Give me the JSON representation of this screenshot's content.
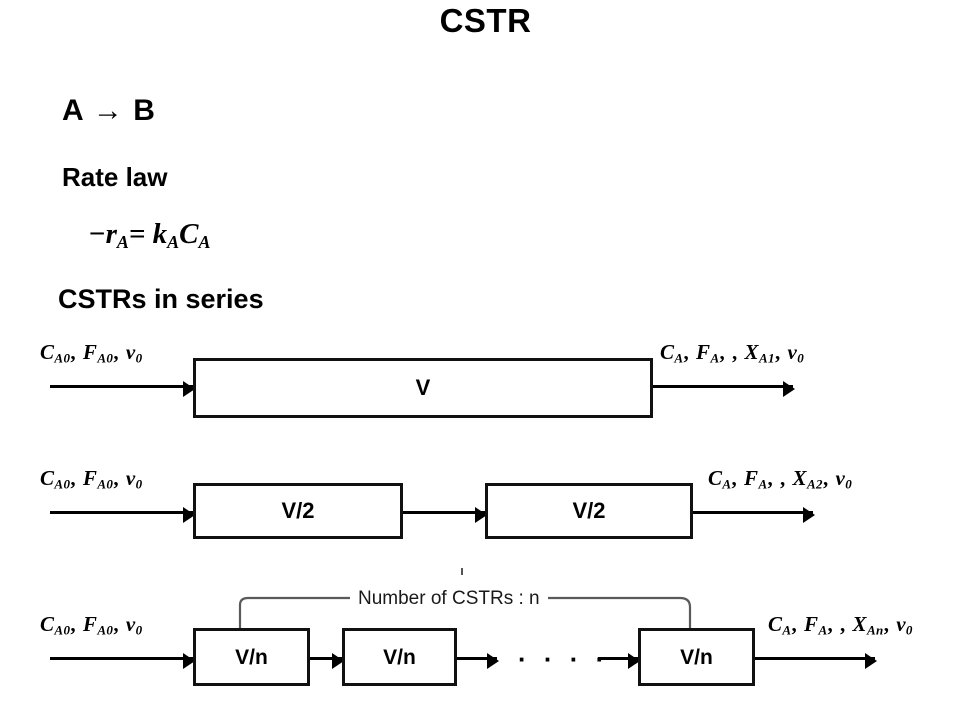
{
  "title": "CSTR",
  "headings": {
    "reaction": "A → B",
    "rate_law": "Rate law",
    "series": "CSTRs in series"
  },
  "equation": {
    "lhs_sign": "−",
    "lhs_var": "r",
    "lhs_sub": "A",
    "equals": "=",
    "rhs_k": "k",
    "rhs_k_sub": "A",
    "rhs_c": "C",
    "rhs_c_sub": "A",
    "plain": "−r_A = k_A C_A"
  },
  "colors": {
    "ink": "#000000",
    "box_stroke": "#111111",
    "bracket_stroke": "#5a5a5a",
    "background": "#ffffff"
  },
  "rows": [
    {
      "id": "single-cstr",
      "inlet": {
        "c": "C",
        "c_sub": "A0",
        "f": "F",
        "f_sub": "A0",
        "v": "v",
        "v_sub": "0",
        "plain": "C_A0, F_A0, v_0"
      },
      "outlet": {
        "c": "C",
        "c_sub": "A",
        "f": "F",
        "f_sub": "A",
        "x": "X",
        "x_sub": "A1",
        "v": "v",
        "v_sub": "0",
        "plain": "C_A, F_A, , X_A1, v_0"
      },
      "reactors": [
        {
          "label": "V"
        }
      ]
    },
    {
      "id": "two-cstr",
      "inlet": {
        "c": "C",
        "c_sub": "A0",
        "f": "F",
        "f_sub": "A0",
        "v": "v",
        "v_sub": "0",
        "plain": "C_A0, F_A0, v_0"
      },
      "outlet": {
        "c": "C",
        "c_sub": "A",
        "f": "F",
        "f_sub": "A",
        "x": "X",
        "x_sub": "A2",
        "v": "v",
        "v_sub": "0",
        "plain": "C_A, F_A, , X_A2, v_0"
      },
      "reactors": [
        {
          "label": "V/2"
        },
        {
          "label": "V/2"
        }
      ]
    },
    {
      "id": "n-cstr",
      "inlet": {
        "c": "C",
        "c_sub": "A0",
        "f": "F",
        "f_sub": "A0",
        "v": "v",
        "v_sub": "0",
        "plain": "C_A0, F_A0, v_0"
      },
      "outlet": {
        "c": "C",
        "c_sub": "A",
        "f": "F",
        "f_sub": "A",
        "x": "X",
        "x_sub": "An",
        "v": "v",
        "v_sub": "0",
        "plain": "C_A, F_A, , X_An, v_0"
      },
      "reactors": [
        {
          "label": "V/n"
        },
        {
          "label": "V/n"
        },
        {
          "label": "V/n"
        }
      ],
      "ellipsis": "· · · ·",
      "bracket_label": "Number of CSTRs : n"
    }
  ]
}
